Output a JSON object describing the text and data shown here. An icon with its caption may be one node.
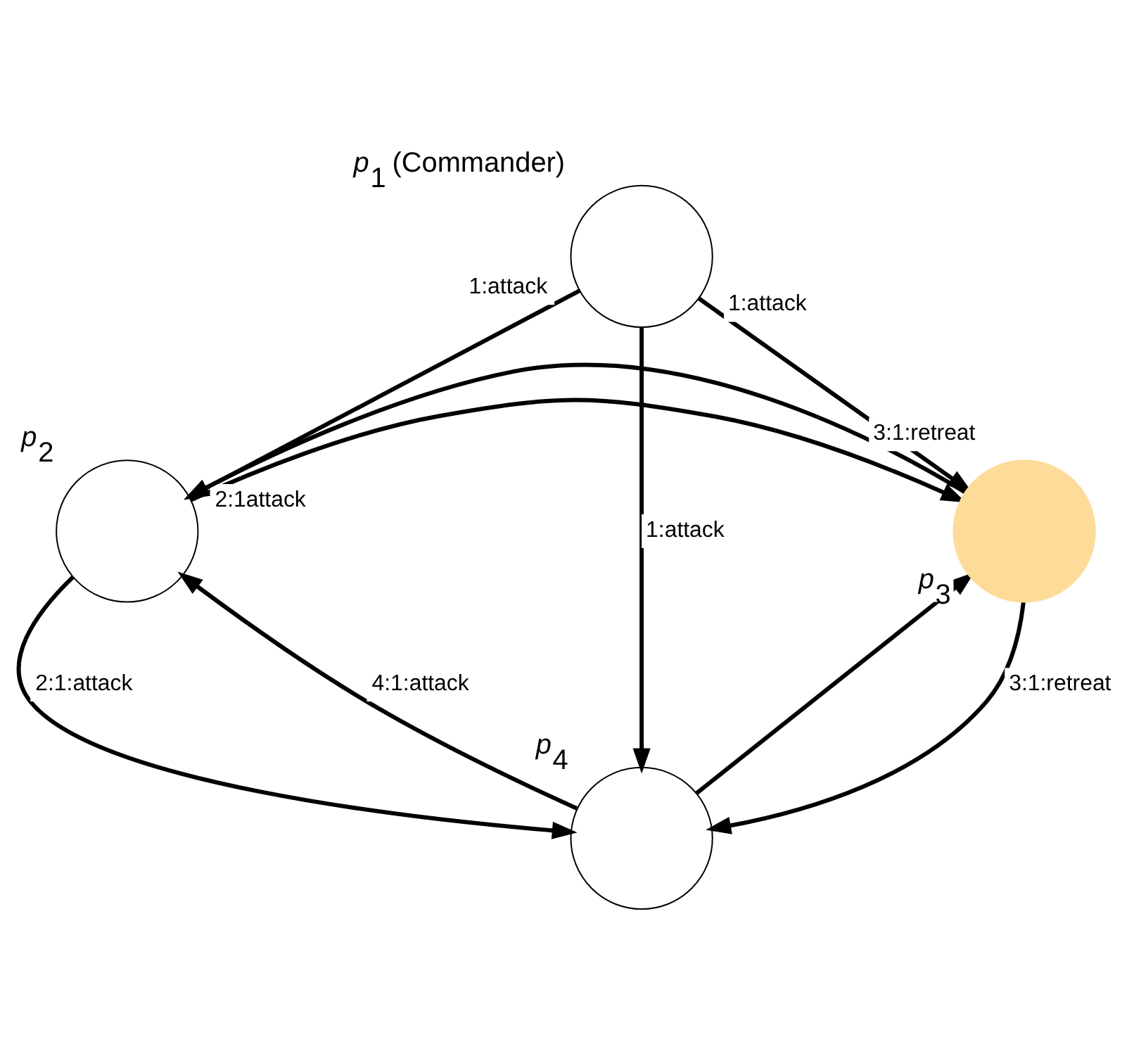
{
  "diagram": {
    "nodes": [
      {
        "text": [],
        "shape": "circle",
        "beside": [
          "*p*$_{1}$ (Commander)"
        ]
      },
      {
        "text": [],
        "shape": "circle",
        "beside": [
          "*p*$_{2}$"
        ]
      },
      {
        "text": [],
        "shape": "circle",
        "beside": [
          "*p*$_{3}$"
        ]
      },
      {
        "text": [],
        "shape": "circle",
        "beside": [
          "*p*$_{4}$"
        ]
      }
    ],
    "edges": [
      {
        "from": 0,
        "to": 1,
        "arrow": "to",
        "label": "1:attack"
      },
      {
        "from": 0,
        "to": 3,
        "arrow": "to",
        "label": "1:attack"
      },
      {
        "from": 0,
        "to": 2,
        "arrow": "to",
        "label": "1:attack"
      },
      {
        "from": 1,
        "to": 2,
        "arrow": "to",
        "label": "2:1attack"
      },
      {
        "from": 2,
        "to": 1,
        "arrow": "to",
        "label": "3:1:retreat"
      },
      {
        "from": 1,
        "to": 3,
        "arrow": "to",
        "label": "2:1:attack"
      },
      {
        "from": 3,
        "to": 1,
        "arrow": "to",
        "label": "4:1:attack"
      },
      {
        "from": 3,
        "to": 2,
        "arrow": "to"
      },
      {
        "from": 2,
        "to": 3,
        "arrow": "to",
        "label": "3:1:retreat"
      }
    ]
  }
}
